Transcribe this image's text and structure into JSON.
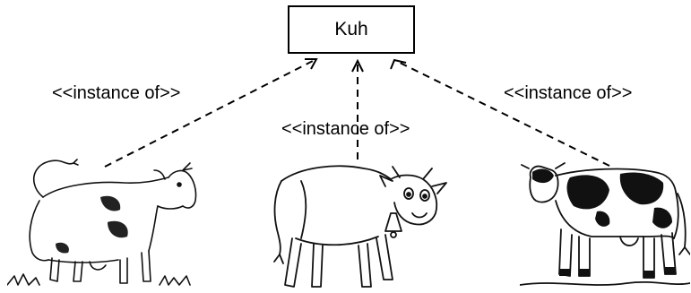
{
  "diagram": {
    "class_name": "Kuh",
    "stereotypes": {
      "left": "<<instance of>>",
      "middle": "<<instance of>>",
      "right": "<<instance of>>"
    },
    "line_style": "dashed",
    "arrow_head": "open",
    "instances": [
      {
        "icon": "cow-sketch-icon"
      },
      {
        "icon": "cow-with-bell-icon"
      },
      {
        "icon": "holstein-cow-icon"
      }
    ]
  }
}
